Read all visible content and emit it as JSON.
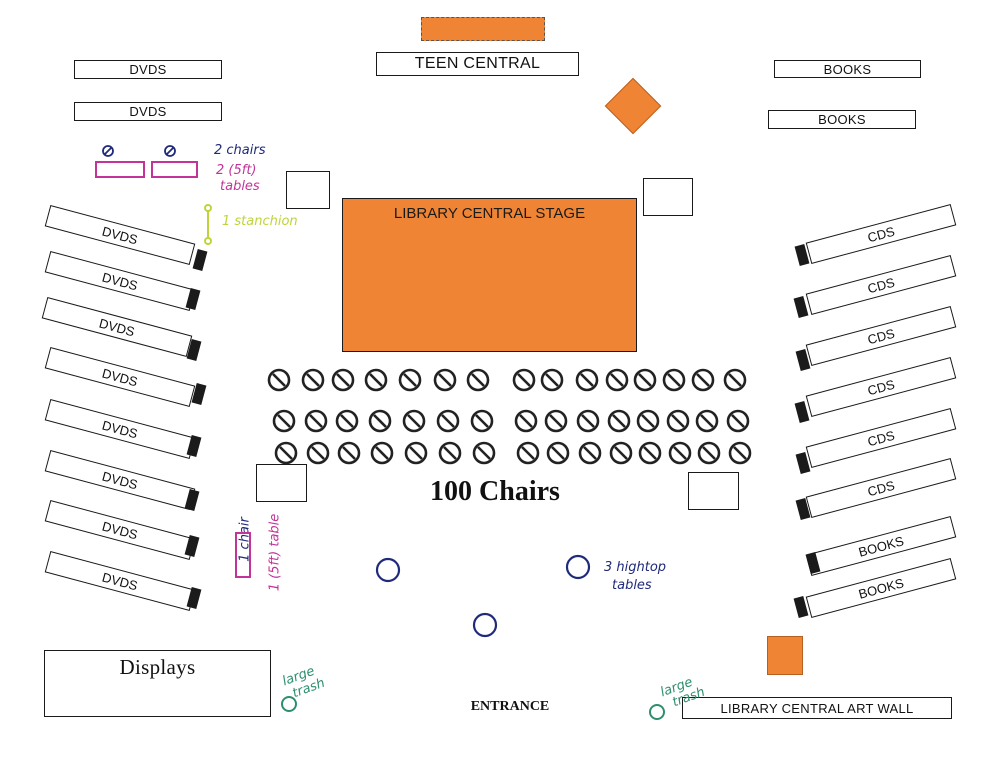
{
  "labels": {
    "teen_central": "TEEN CENTRAL",
    "stage": "LIBRARY CENTRAL STAGE",
    "chairs_count": "100 Chairs",
    "displays": "Displays",
    "entrance": "ENTRANCE",
    "art_wall": "LIBRARY CENTRAL ART WALL",
    "dvds": "DVDS",
    "books": "BOOKS",
    "cds": "CDS"
  },
  "annotations": {
    "chairs_2": "2 chairs",
    "tables_2_a": "2 (5ft)",
    "tables_2_b": "tables",
    "stanchion": "1 stanchion",
    "chair_1": "1 chair",
    "table_1": "1 (5ft) table",
    "hightop_a": "3 hightop",
    "hightop_b": "tables",
    "trash_a": "large",
    "trash_b": "trash",
    "trash_c": "large",
    "trash_d": "trash"
  },
  "colors": {
    "orange": "#ef8434",
    "purple": "#c2349a",
    "navy": "#1f2a7a",
    "lime": "#bfd43c",
    "green": "#2e8f6e"
  }
}
